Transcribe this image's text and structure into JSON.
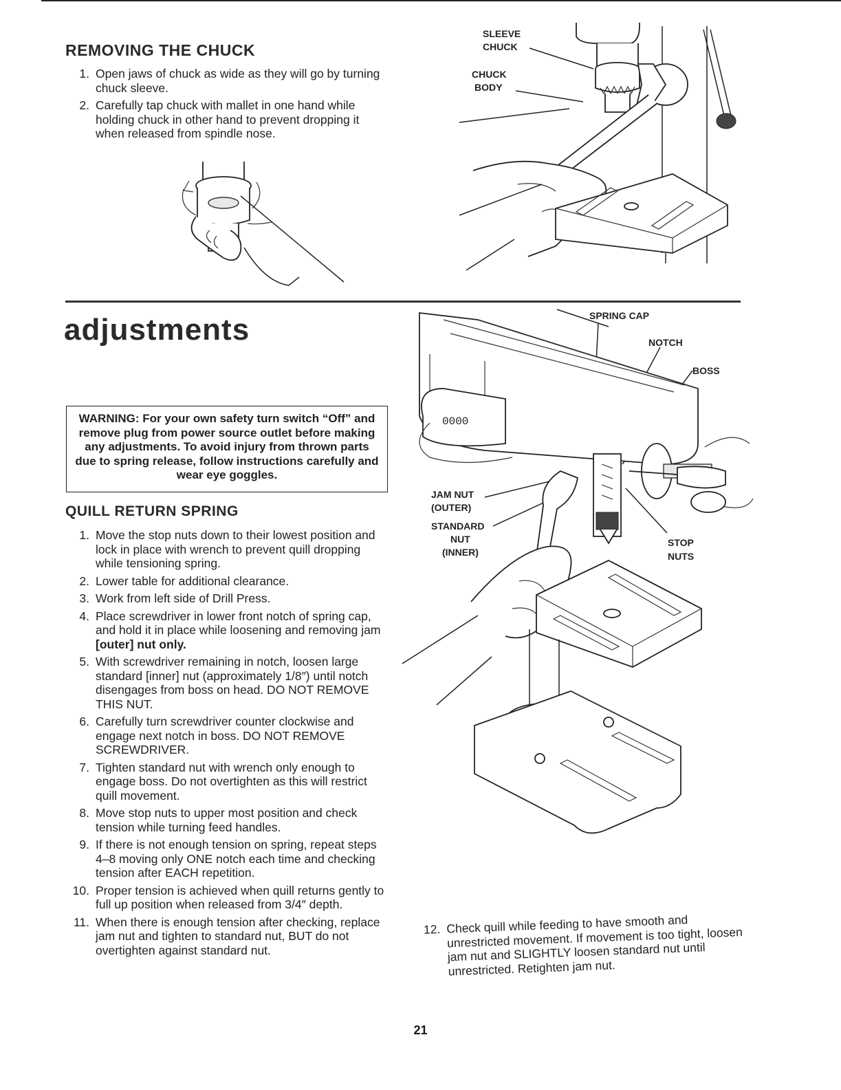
{
  "removing": {
    "heading": "REMOVING THE CHUCK",
    "steps": [
      {
        "num": "1.",
        "text": "Open jaws of chuck as wide as they will go by turning chuck sleeve."
      },
      {
        "num": "2.",
        "text": "Carefully tap chuck with mallet in one hand while holding chuck in other hand to prevent dropping it when released from spindle nose."
      }
    ],
    "callouts": {
      "sleeve": "SLEEVE",
      "chuck": "CHUCK",
      "chuck2": "CHUCK",
      "body": "BODY"
    }
  },
  "adjustments": {
    "heading": "adjustments",
    "warning": "WARNING: For your own safety turn switch “Off” and remove plug from power source outlet before making any adjustments. To avoid injury from thrown parts due to spring release, follow instructions carefully and wear eye goggles."
  },
  "quill": {
    "heading": "QUILL RETURN SPRING",
    "steps": [
      {
        "num": "1.",
        "text": "Move the stop nuts down to their lowest position and lock in place with wrench to prevent quill dropping while tensioning spring."
      },
      {
        "num": "2.",
        "text": "Lower table for additional clearance."
      },
      {
        "num": "3.",
        "text": "Work from left side of Drill Press."
      },
      {
        "num": "4.",
        "text": "Place screwdriver in lower front notch of spring cap, and hold it in place while loosening and removing jam",
        "bold": "[outer] nut only."
      },
      {
        "num": "5.",
        "text": "With screwdriver remaining in notch, loosen large standard [inner] nut (approximately 1/8″) until notch disengages from boss on head. DO NOT REMOVE THIS NUT."
      },
      {
        "num": "6.",
        "text": "Carefully turn screwdriver counter clockwise and engage next notch in boss. DO NOT REMOVE SCREWDRIVER."
      },
      {
        "num": "7.",
        "text": "Tighten standard nut with wrench only enough to engage boss. Do not overtighten as this will restrict quill movement."
      },
      {
        "num": "8.",
        "text": "Move stop nuts to upper most position and check tension while turning feed handles."
      },
      {
        "num": "9.",
        "text": "If there is not enough tension on spring, repeat steps 4–8 moving only ONE notch each time and checking tension after EACH repetition."
      },
      {
        "num": "10.",
        "text": "Proper tension is achieved when quill returns gently to full up position when released from 3/4″ depth."
      },
      {
        "num": "11.",
        "text": "When there is enough tension after checking, replace jam nut and tighten to standard nut, BUT do not overtighten against standard nut."
      }
    ],
    "step12": {
      "num": "12.",
      "text": "Check quill while feeding to have smooth and unrestricted movement. If movement is too tight, loosen jam nut and SLIGHTLY loosen standard nut until unrestricted. Retighten jam nut."
    },
    "callouts": {
      "spring_cap": "SPRING CAP",
      "notch": "NOTCH",
      "boss": "BOSS",
      "jam_nut": "JAM NUT",
      "outer": "(OUTER)",
      "standard": "STANDARD",
      "nut": "NUT",
      "inner": "(INNER)",
      "stop": "STOP",
      "nuts": "NUTS"
    }
  },
  "page_number": "21"
}
